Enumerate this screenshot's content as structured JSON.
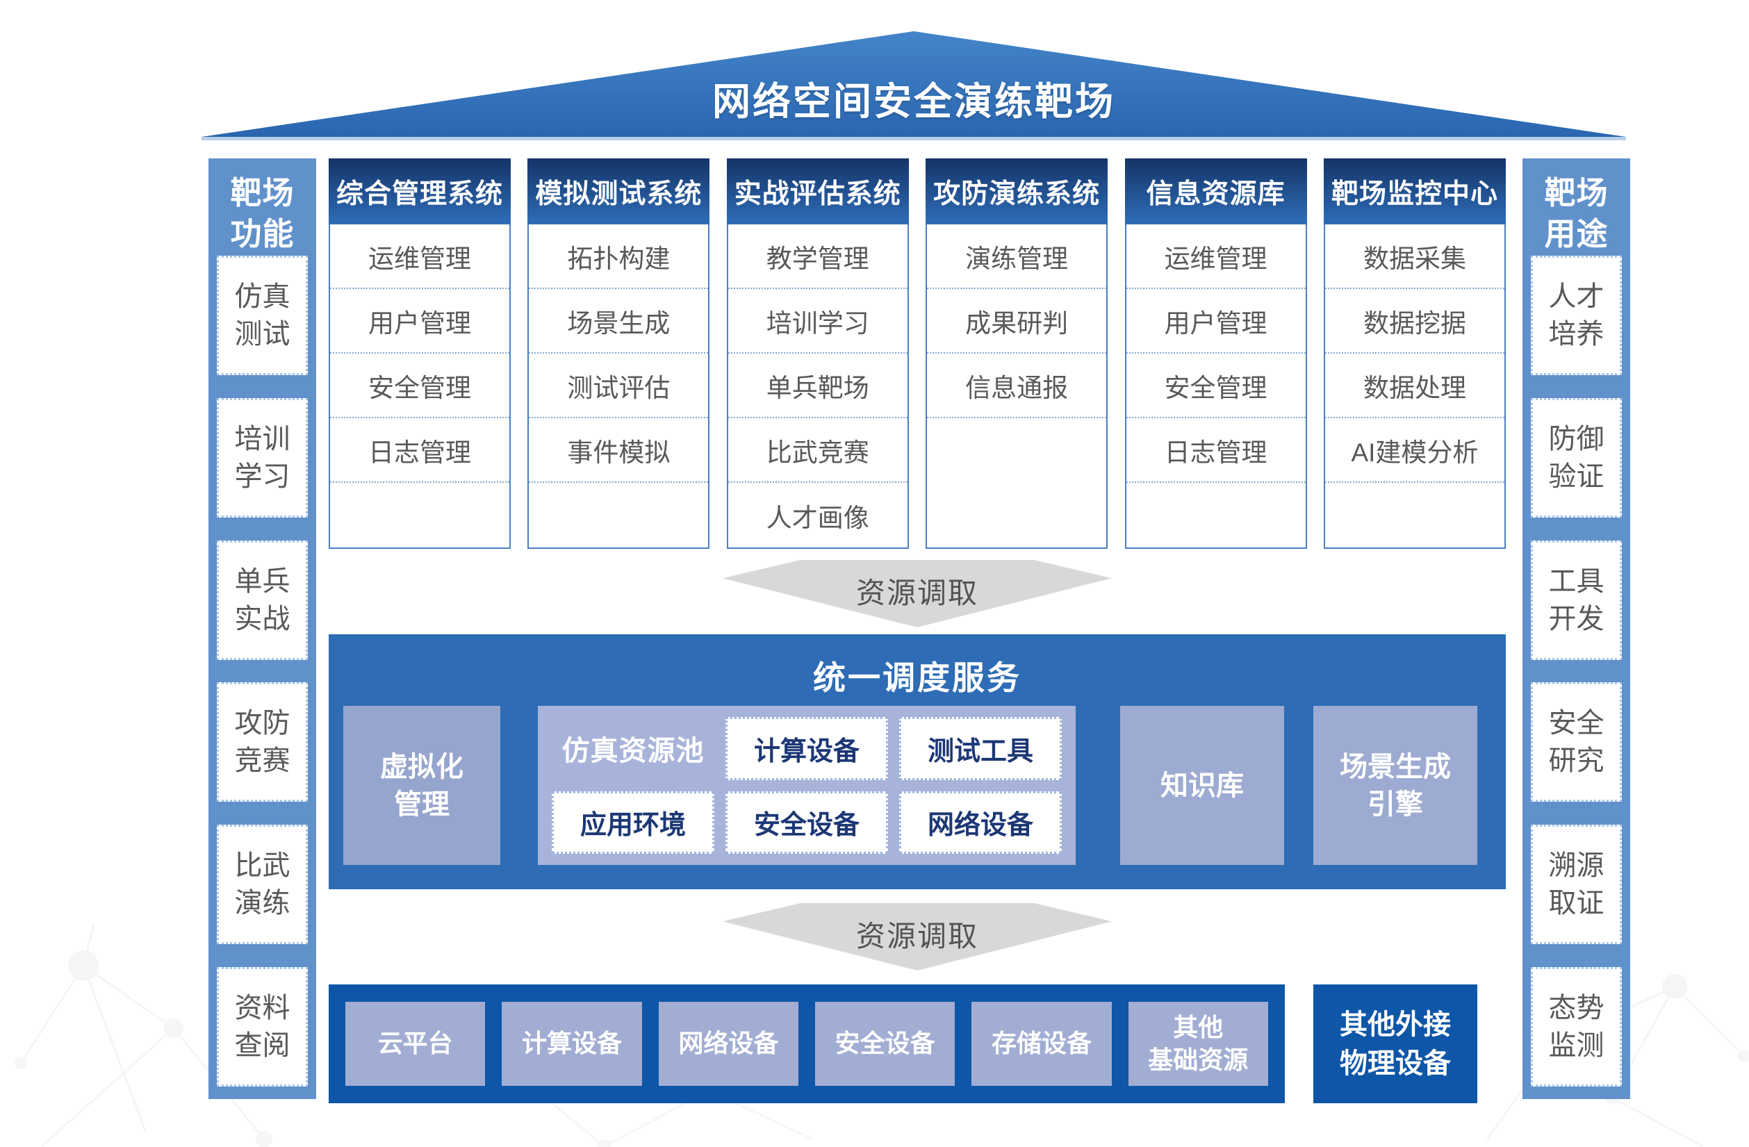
{
  "title": "网络空间安全演练靶场",
  "left_sidebar": {
    "header": "靶场\n功能",
    "items": [
      "仿真\n测试",
      "培训\n学习",
      "单兵\n实战",
      "攻防\n竞赛",
      "比武\n演练",
      "资料\n查阅"
    ]
  },
  "right_sidebar": {
    "header": "靶场\n用途",
    "items": [
      "人才\n培养",
      "防御\n验证",
      "工具\n开发",
      "安全\n研究",
      "溯源\n取证",
      "态势\n监测"
    ]
  },
  "systems": [
    {
      "header": "综合管理系统",
      "items": [
        "运维管理",
        "用户管理",
        "安全管理",
        "日志管理"
      ]
    },
    {
      "header": "模拟测试系统",
      "items": [
        "拓扑构建",
        "场景生成",
        "测试评估",
        "事件模拟"
      ]
    },
    {
      "header": "实战评估系统",
      "items": [
        "教学管理",
        "培训学习",
        "单兵靶场",
        "比武竞赛",
        "人才画像"
      ]
    },
    {
      "header": "攻防演练系统",
      "items": [
        "演练管理",
        "成果研判",
        "信息通报"
      ]
    },
    {
      "header": "信息资源库",
      "items": [
        "运维管理",
        "用户管理",
        "安全管理",
        "日志管理"
      ]
    },
    {
      "header": "靶场监控中心",
      "items": [
        "数据采集",
        "数据挖据",
        "数据处理",
        "AI建模分析"
      ]
    }
  ],
  "arrows": {
    "label": "资源调取"
  },
  "scheduling": {
    "title": "统一调度服务",
    "virtualization": "虚拟化\n管理",
    "resource_pool": {
      "label": "仿真资源池",
      "items": [
        "计算设备",
        "测试工具",
        "应用环境",
        "安全设备",
        "网络设备"
      ]
    },
    "knowledge_base": "知识库",
    "scene_engine": "场景生成\n引擎"
  },
  "infrastructure": {
    "items": [
      "云平台",
      "计算设备",
      "网络设备",
      "安全设备",
      "存储设备",
      "其他\n基础资源"
    ]
  },
  "external": "其他外接\n物理设备",
  "colors": {
    "roof_blue": "#2a66b0",
    "sidebar_blue": "#6191cb",
    "header_gradient_top": "#143468",
    "header_gradient_bottom": "#2f6db8",
    "scheduling_blue": "#2e6cb5",
    "deep_blue": "#0d56a8",
    "light_periwinkle": "#a7b3d9",
    "arrow_gray": "#d8d8d8",
    "item_text_gray": "#595959",
    "navy_text": "#1c3775"
  }
}
